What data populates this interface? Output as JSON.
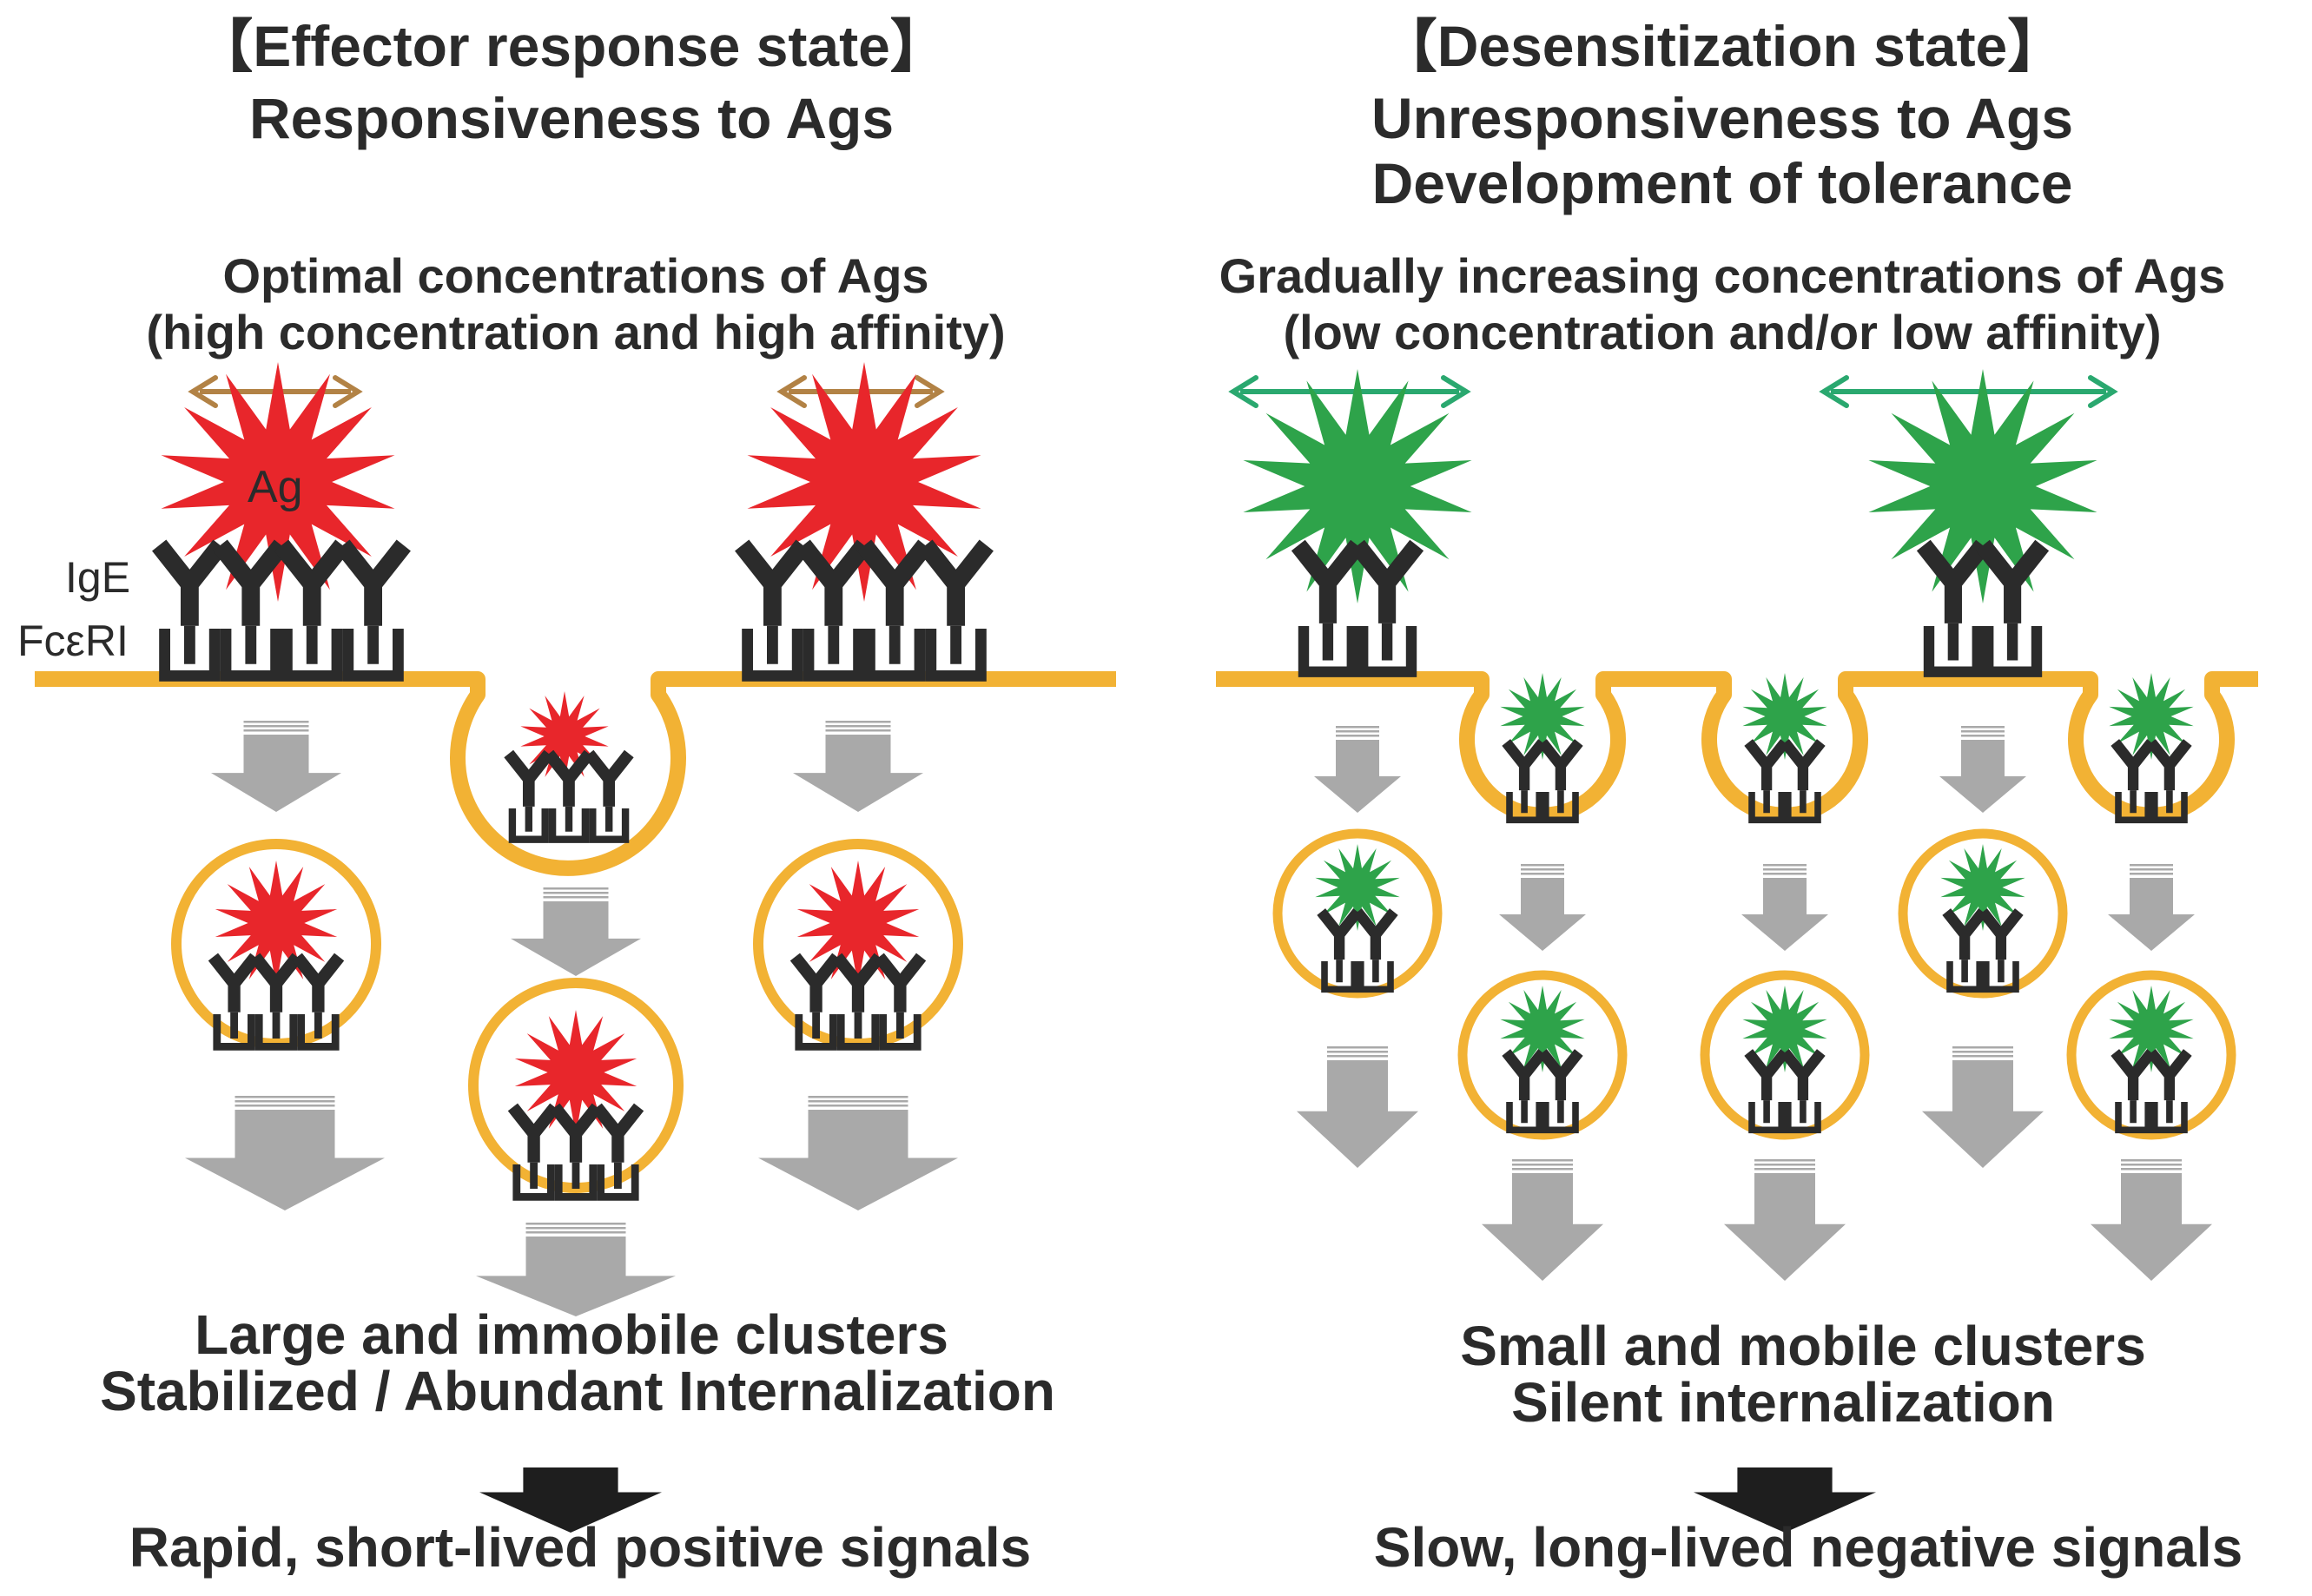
{
  "left_panel": {
    "state_title": "【Effector response state】",
    "state_subtitle": "Responsiveness to Ags",
    "condition_line1": "Optimal concentrations of Ags",
    "condition_line2": "(high concentration and high affinity)",
    "antigen_label": "Ag",
    "ige_label": "IgE",
    "receptor_label": "FcεRI",
    "cluster_line1": "Large and immobile clusters",
    "cluster_line2": "Stabilized / Abundant Internalization",
    "outcome": "Rapid, short-lived positive signals"
  },
  "right_panel": {
    "state_title": "【Desensitization state】",
    "state_subtitle_line1": "Unresponsiveness to Ags",
    "state_subtitle_line2": "Development of tolerance",
    "condition_line1": "Gradually increasing concentrations of Ags",
    "condition_line2": "(low concentration and/or low affinity)",
    "cluster_line1": "Small and mobile clusters",
    "cluster_line2": "Silent internalization",
    "outcome": "Slow, long-lived negative signals"
  },
  "colors": {
    "high_affinity_antigen": "#e8262b",
    "low_affinity_antigen": "#2ea34a",
    "membrane": "#f2b234",
    "receptor_complex": "#2b2b2b",
    "flow_arrow": "#a9a9a9",
    "outcome_arrow": "#1e1e1e",
    "range_arrow_high": "#b28245",
    "range_arrow_low": "#2aa86f"
  }
}
